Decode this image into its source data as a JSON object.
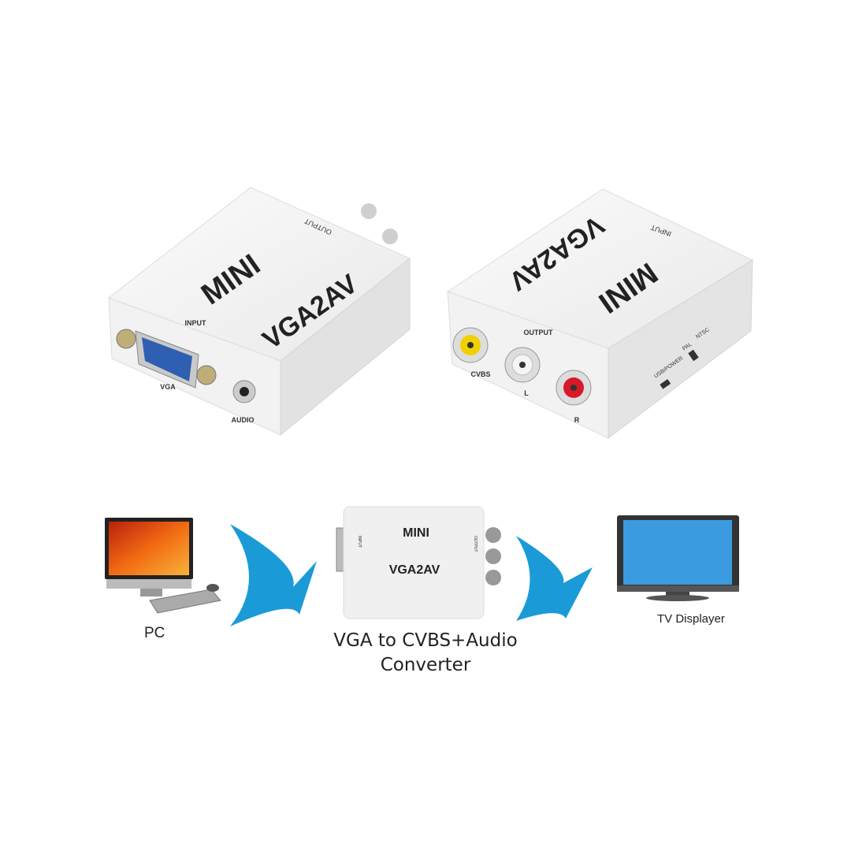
{
  "product": {
    "brand_text": "MINI",
    "model_text": "VGA2AV"
  },
  "left_device": {
    "top_port_label": "OUTPUT",
    "front_input_label": "INPUT",
    "vga_label": "VGA",
    "audio_label": "AUDIO"
  },
  "right_device": {
    "top_port_label": "INPUT",
    "front_output_label": "OUTPUT",
    "cvbs_label": "CVBS",
    "l_label": "L",
    "r_label": "R",
    "usb_label": "USB/POWER",
    "pal_label": "PAL",
    "ntsc_label": "NTSC"
  },
  "diagram": {
    "pc_label": "PC",
    "caption_line1": "VGA to CVBS+Audio",
    "caption_line2": "Converter",
    "tv_label": "TV Displayer",
    "small_input_label": "INPUT",
    "small_output_label": "OUTPUT",
    "arrow_color": "#1a9bd7",
    "rca_colors": {
      "cvbs": "#f2d000",
      "l": "#f4f4f4",
      "r": "#d8192a"
    },
    "vga_port_color": "#2f5fb0"
  }
}
